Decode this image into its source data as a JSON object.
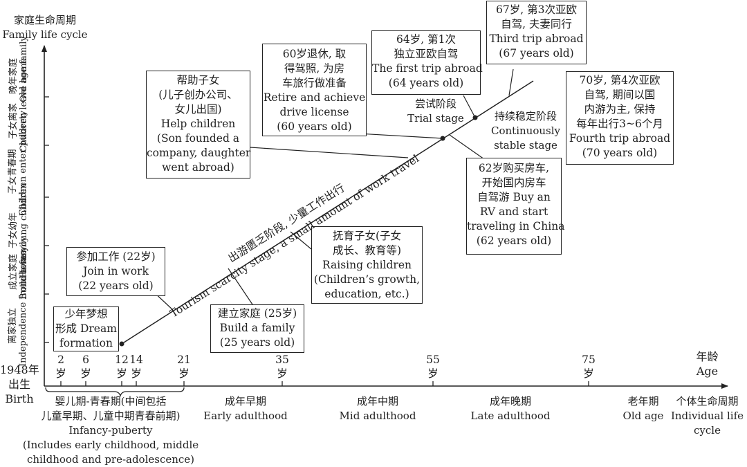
{
  "y_axis_title": {
    "zh": "家庭生命周期",
    "en": "Family life cycle"
  },
  "x_axis_title": {
    "zh": "年龄",
    "en": "Age"
  },
  "origin_label": {
    "year": "1948年",
    "zh": "出生",
    "en": "Birth"
  },
  "family_stages": [
    {
      "zh": "离家独立",
      "en": "Independence from home"
    },
    {
      "zh": "成立家庭",
      "en": "Build a family"
    },
    {
      "zh": "子女幼年",
      "en": "Have young children"
    },
    {
      "zh": "子女青春期",
      "en": "Children enter puberty"
    },
    {
      "zh": "子女离家",
      "en": "Children leave home"
    },
    {
      "zh": "晚年家庭",
      "en": "Old age family"
    }
  ],
  "age_ticks": [
    {
      "value": "2",
      "unit": "岁"
    },
    {
      "value": "6",
      "unit": "岁"
    },
    {
      "value": "12",
      "unit": "岁"
    },
    {
      "value": "14",
      "unit": "岁"
    },
    {
      "value": "21",
      "unit": "岁"
    },
    {
      "value": "35",
      "unit": "岁"
    },
    {
      "value": "55",
      "unit": "岁"
    },
    {
      "value": "75",
      "unit": "岁"
    }
  ],
  "individual_stages": {
    "infancy": [
      "婴儿期-青春期(中间包括",
      "儿童早期、儿童中期青春前期)",
      "Infancy-puberty",
      "(Includes early childhood, middle",
      "childhood and pre-adolescence)"
    ],
    "early": [
      "成年早期",
      "Early adulthood"
    ],
    "mid": [
      "成年中期",
      "Mid adulthood"
    ],
    "late": [
      "成年晚期",
      "Late adulthood"
    ],
    "old": [
      "老年期",
      "Old age"
    ],
    "individual": [
      "个体生命周期",
      "Individual life",
      "cycle"
    ]
  },
  "events": {
    "dream": [
      "少年梦想",
      "形成 Dream",
      "formation"
    ],
    "work": [
      "参加工作 (22岁)",
      "Join in work",
      "(22 years old)"
    ],
    "family": [
      "建立家庭 (25岁)",
      "Build a family",
      "(25 years old)"
    ],
    "raising": [
      "抚育子女(子女",
      "成长、教育等)",
      "Raising children",
      "(Children’s growth,",
      "education, etc.)"
    ],
    "help": [
      "帮助子女",
      "(儿子创办公司、",
      "女儿出国)",
      "Help children",
      "(Son founded a",
      "company, daughter",
      "went abroad)"
    ],
    "retire": [
      "60岁退休, 取",
      "得驾照, 为房",
      "车旅行做准备",
      "Retire and achieve",
      "drive license",
      "(60 years old)"
    ],
    "first_trip": [
      "64岁, 第1次",
      "独立亚欧自驾",
      "The first trip abroad",
      "(64 years old)"
    ],
    "third_trip": [
      "67岁, 第3次亚欧",
      "自驾, 夫妻同行",
      "Third trip abroad",
      "(67 years old)"
    ],
    "rv": [
      "62岁购买房车,",
      "开始国内房车",
      "自驾游 Buy an",
      "RV and start",
      "traveling in China",
      "(62 years old)"
    ],
    "fourth_trip": [
      "70岁, 第4次亚欧",
      "自驾, 期间以国",
      "内游为主, 保持",
      "每年出行3~6个月",
      "Fourth trip abroad",
      "(70 years old)"
    ]
  },
  "phases": {
    "scarcity": [
      "出游匮乏阶段, 少量工作出行",
      "Tourism scarcity stage, a small amount of work travel"
    ],
    "trial": [
      "尝试阶段",
      "Trial stage"
    ],
    "stable": [
      "持续稳定阶段",
      "Continuously",
      "stable stage"
    ]
  }
}
